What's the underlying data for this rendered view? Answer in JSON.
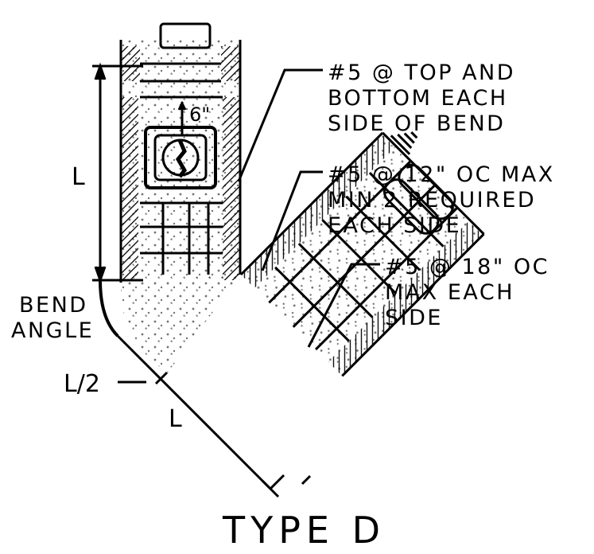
{
  "diagram": {
    "callouts": {
      "top": [
        "#5 @ TOP AND",
        "BOTTOM EACH",
        "SIDE OF BEND"
      ],
      "middle": [
        "#5 @ 12\" OC MAX",
        "MIN 2 REQUIRED",
        "EACH SIDE"
      ],
      "lower": [
        "#5 @ 18\" OC",
        "MAX EACH",
        "SIDE"
      ]
    },
    "dimensions": {
      "vertical_leg": "L",
      "diagonal_leg": "L",
      "half_leg": "L/2",
      "spacing": "6\"",
      "bend_angle": [
        "BEND",
        "ANGLE"
      ]
    },
    "title": "TYPE D"
  },
  "colors": {
    "ink": "#000000",
    "paper": "#ffffff"
  }
}
